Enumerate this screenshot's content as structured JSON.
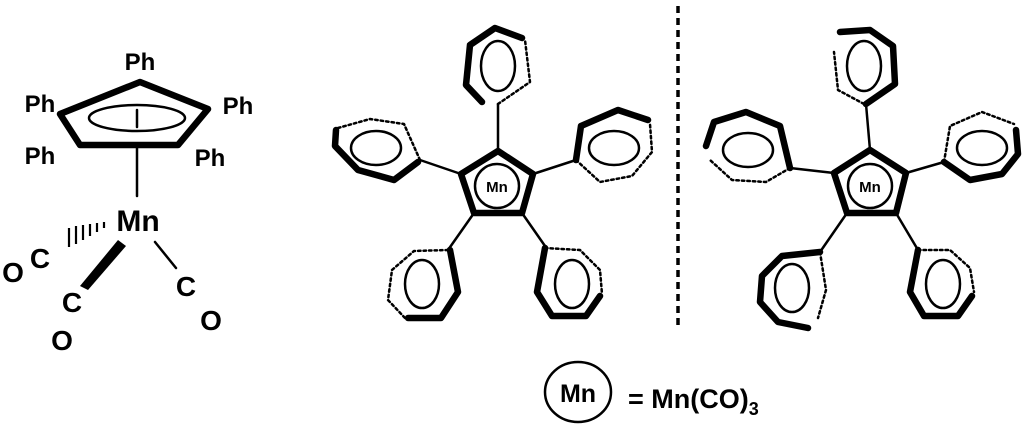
{
  "structure_left": {
    "substituent": "Ph",
    "metal": "Mn",
    "carbonyl_c": "C",
    "carbonyl_o": "O"
  },
  "conformer_core_label": "Mn",
  "legend": {
    "symbol_text": "Mn",
    "equals_text": "= Mn(CO)",
    "subscript": "3"
  }
}
